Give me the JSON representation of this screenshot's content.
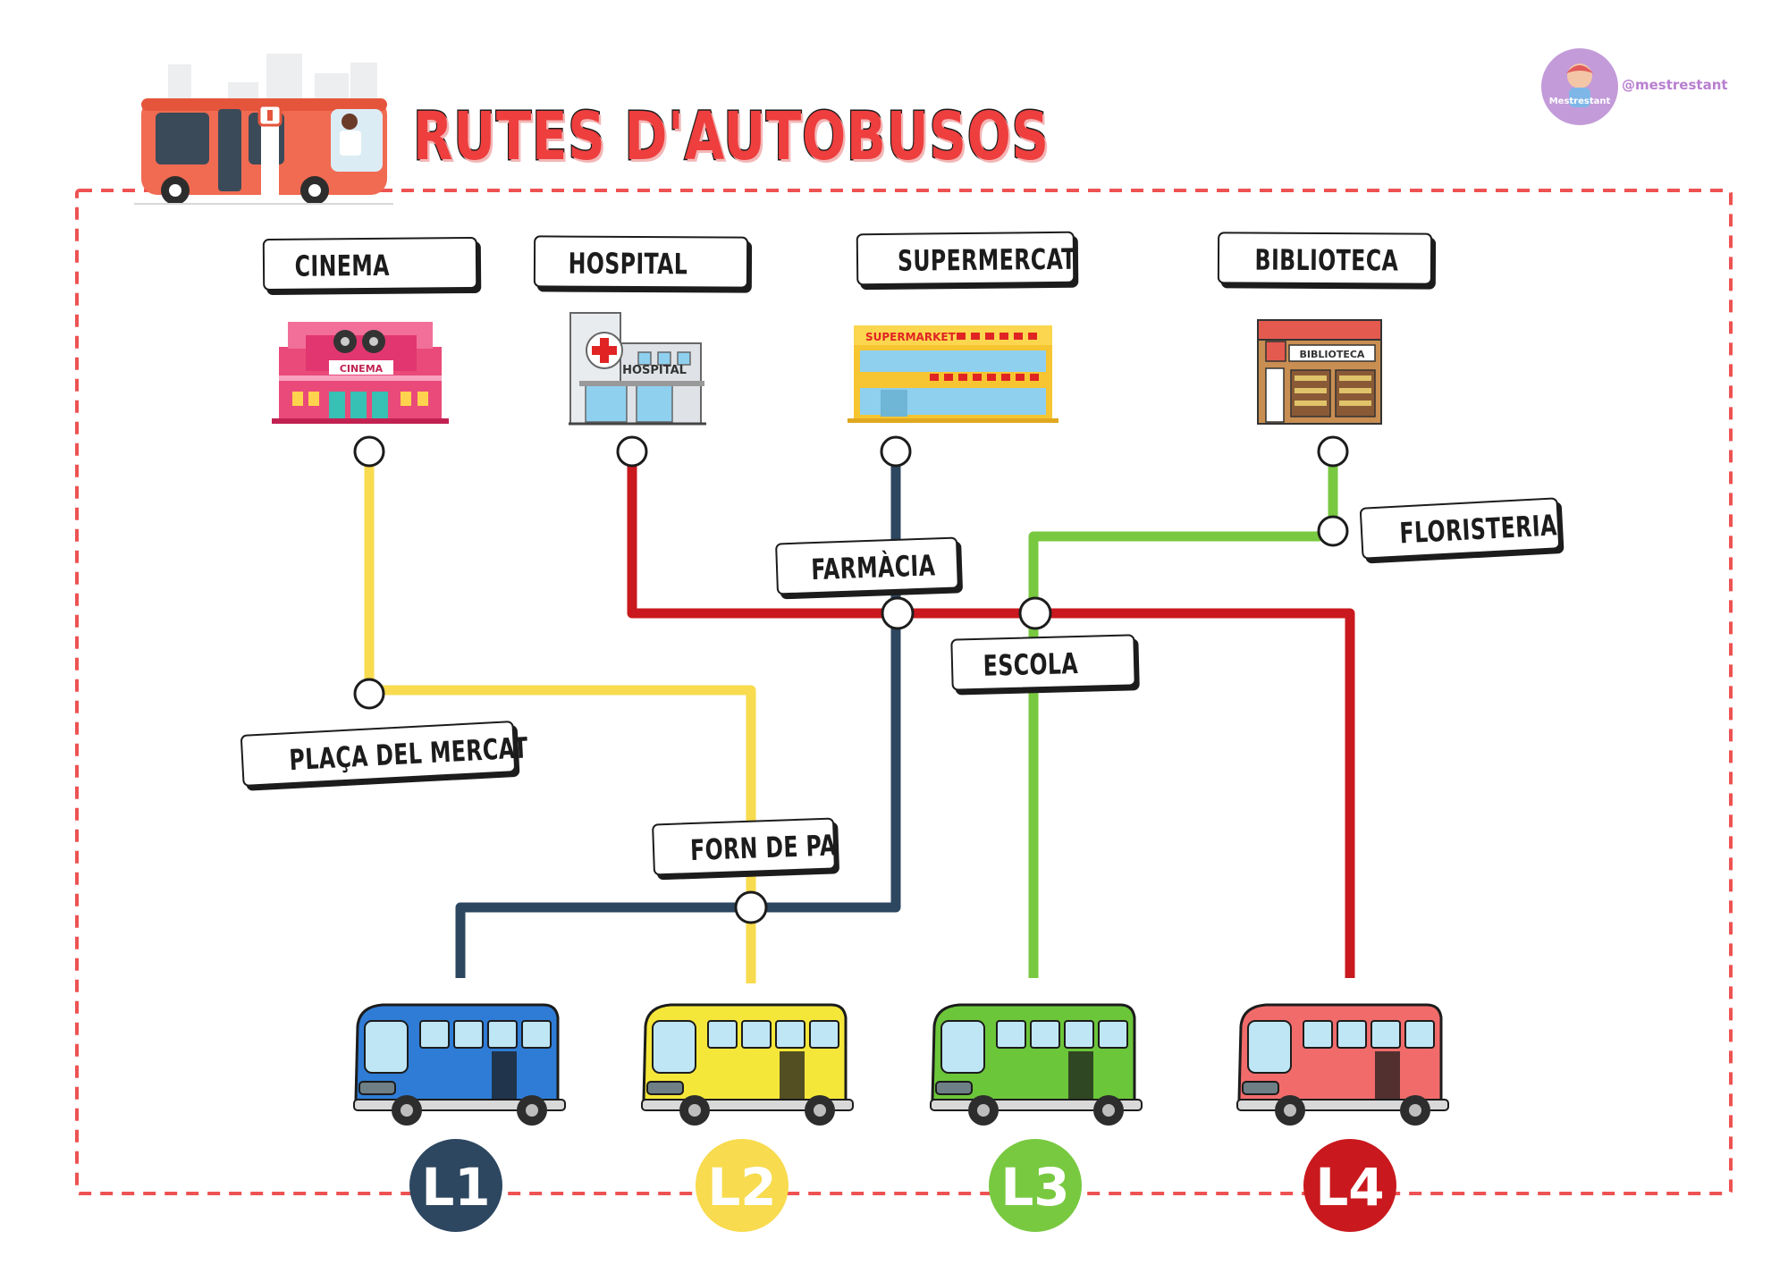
{
  "header": {
    "title": "RUTES D'AUTOBUSOS",
    "handle": "@mestrestant",
    "logo_text": "Mestrestant"
  },
  "buildings": [
    {
      "key": "cinema",
      "label": "CINEMA",
      "sign": "CINEMA"
    },
    {
      "key": "hospital",
      "label": "HOSPITAL",
      "sign": "HOSPITAL"
    },
    {
      "key": "supermercat",
      "label": "SUPERMERCAT",
      "sign": "SUPERMARKET"
    },
    {
      "key": "biblioteca",
      "label": "BIBLIOTECA",
      "sign": "BIBLIOTECA"
    }
  ],
  "stops": {
    "cinema": "CINEMA",
    "hospital": "HOSPITAL",
    "supermercat": "SUPERMERCAT",
    "biblioteca": "BIBLIOTECA",
    "floristeria": "FLORISTERIA",
    "farmacia": "FARMÀCIA",
    "escola": "ESCOLA",
    "placa": "PLAÇA DEL MERCAT",
    "forn": "FORN DE PA"
  },
  "lines": [
    {
      "id": "L1",
      "label": "L1",
      "color": "#2d4760",
      "bus_color": "#2e7cd6"
    },
    {
      "id": "L2",
      "label": "L2",
      "color": "#f8db4e",
      "bus_color": "#f5e73a"
    },
    {
      "id": "L3",
      "label": "L3",
      "color": "#78c940",
      "bus_color": "#6cc63a"
    },
    {
      "id": "L4",
      "label": "L4",
      "color": "#c9191e",
      "bus_color": "#f26b6b"
    }
  ],
  "colors": {
    "frame": "#ee5252",
    "title": "#ee3e3e",
    "handle": "#b87fd0"
  }
}
